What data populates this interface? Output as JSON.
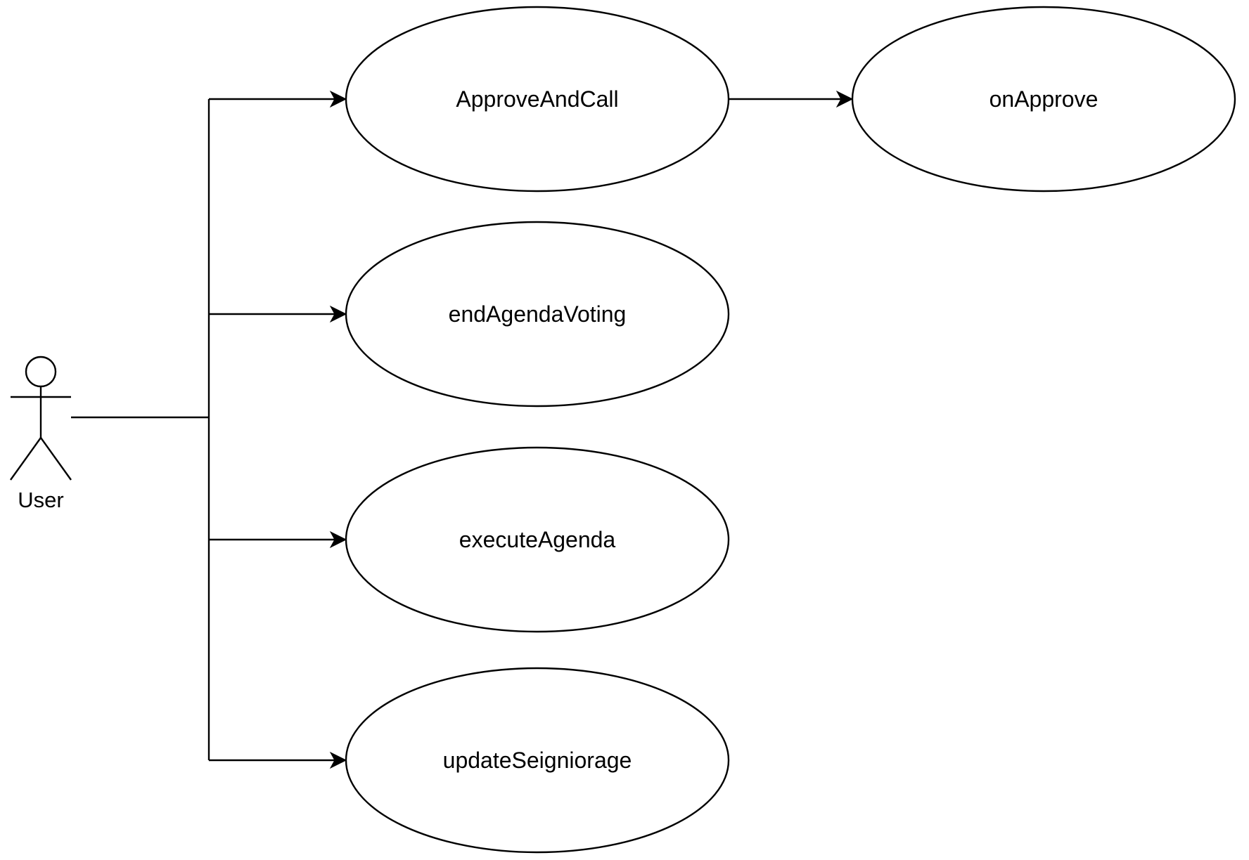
{
  "diagram": {
    "actor": {
      "label": "User"
    },
    "use_cases": [
      {
        "id": "approve-and-call",
        "label": "ApproveAndCall"
      },
      {
        "id": "end-agenda-voting",
        "label": "endAgendaVoting"
      },
      {
        "id": "execute-agenda",
        "label": "executeAgenda"
      },
      {
        "id": "update-seigniorage",
        "label": "updateSeigniorage"
      },
      {
        "id": "on-approve",
        "label": "onApprove"
      }
    ],
    "connections": [
      {
        "from": "User",
        "to": "ApproveAndCall"
      },
      {
        "from": "User",
        "to": "endAgendaVoting"
      },
      {
        "from": "User",
        "to": "executeAgenda"
      },
      {
        "from": "User",
        "to": "updateSeigniorage"
      },
      {
        "from": "ApproveAndCall",
        "to": "onApprove"
      }
    ]
  }
}
